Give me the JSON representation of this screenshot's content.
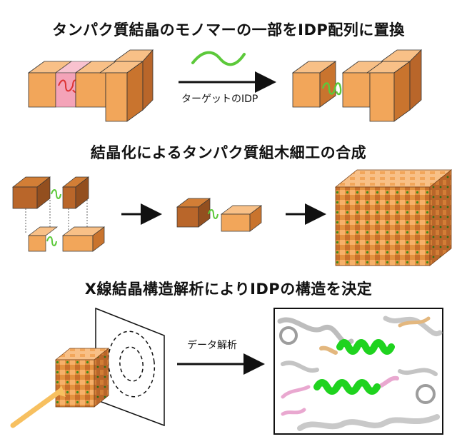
{
  "sections": [
    {
      "heading": "タンパク質結晶のモノマーの一部をIDP配列に置換",
      "arrow_label": "ターゲットのIDP"
    },
    {
      "heading": "結晶化によるタンパク質組木細工の合成"
    },
    {
      "heading": "X線結晶構造解析によりIDPの構造を決定",
      "arrow_label": "データ解析"
    }
  ],
  "colors": {
    "block_light": "#f2a65a",
    "block_mid": "#e08a3c",
    "block_dark": "#b9662a",
    "idp_green": "#5cc93a",
    "replace_pink": "#f4a3b8",
    "beam_yellow": "#f7c060"
  }
}
